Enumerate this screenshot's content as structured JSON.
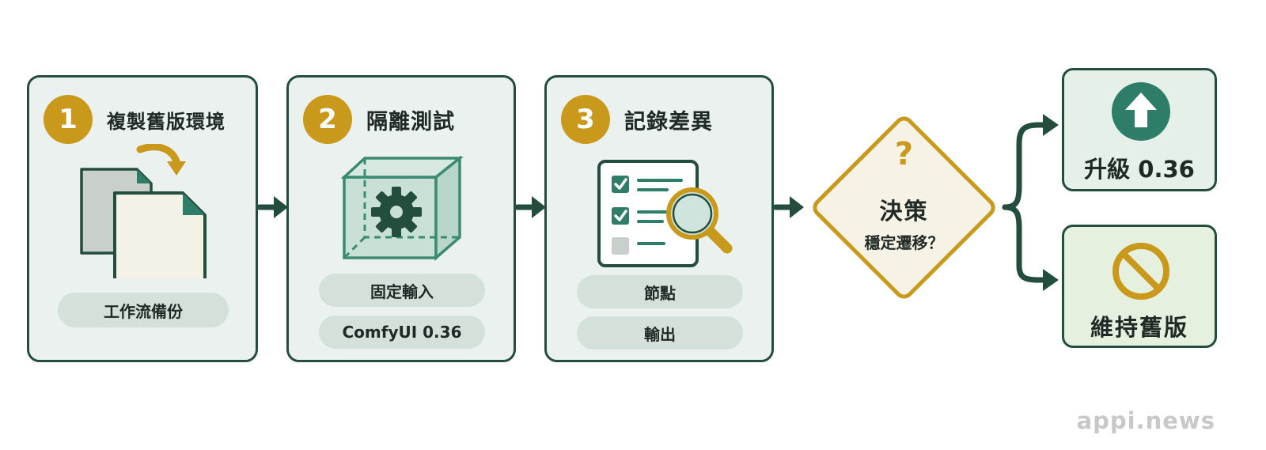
{
  "steps": [
    {
      "number": "1",
      "title": "複製舊版環境",
      "tags": [
        "工作流備份"
      ],
      "icon": "copy-files-icon"
    },
    {
      "number": "2",
      "title": "隔離測試",
      "tags": [
        "固定輸入",
        "ComfyUI 0.36"
      ],
      "icon": "sandbox-gear-icon"
    },
    {
      "number": "3",
      "title": "記錄差異",
      "tags": [
        "節點",
        "輸出"
      ],
      "icon": "checklist-magnifier-icon"
    }
  ],
  "decision": {
    "symbol": "?",
    "title": "決策",
    "question": "穩定遷移？"
  },
  "outcomes": [
    {
      "label": "升級 0.36",
      "icon": "arrow-up-icon"
    },
    {
      "label": "維持舊版",
      "icon": "prohibited-icon"
    }
  ],
  "watermark": "appi.news",
  "colors": {
    "dark_green": "#234d3c",
    "gold": "#c9991c",
    "panel": "#eaf1ee",
    "teal": "#2e7d68"
  }
}
